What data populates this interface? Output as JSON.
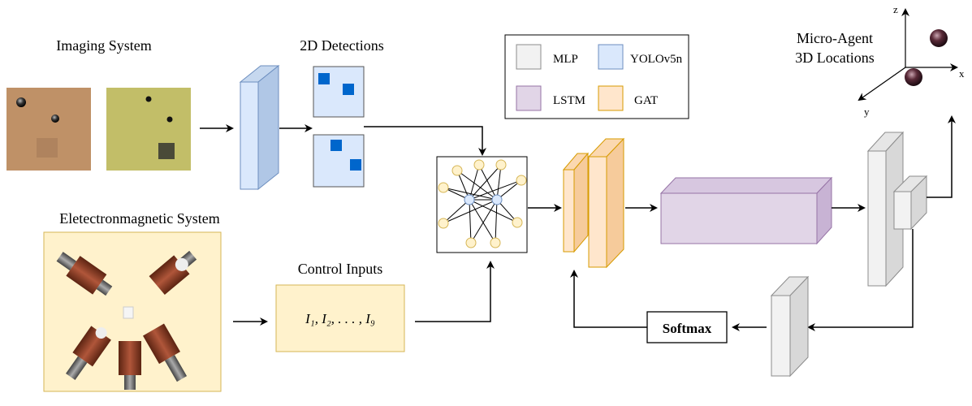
{
  "labels": {
    "imaging": "Imaging System",
    "detections": "2D Detections",
    "electromagnetic": "Eletectronmagnetic System",
    "control": "Control Inputs",
    "control_formula": "I₁, I₂, . . . , I₉",
    "micro_line1": "Micro-Agent",
    "micro_line2": "3D Locations",
    "softmax": "Softmax"
  },
  "legend": [
    {
      "label": "MLP",
      "color": "#f2f2f2",
      "border": "#8c8c8c"
    },
    {
      "label": "YOLOv5n",
      "color": "#dae8fc",
      "border": "#6c8ebf"
    },
    {
      "label": "LSTM",
      "color": "#e1d5e7",
      "border": "#9673a6"
    },
    {
      "label": "GAT",
      "color": "#ffe6cc",
      "border": "#d79b00"
    }
  ],
  "axes": {
    "x": "x",
    "y": "y",
    "z": "z"
  },
  "colors": {
    "mlp": "#f2f2f2",
    "yolo": "#dae8fc",
    "lstm": "#e1d5e7",
    "gat": "#ffe6cc",
    "control_box": "#fff2cc",
    "detection_square": "#0066cc",
    "coil": "#8b3a1e"
  }
}
